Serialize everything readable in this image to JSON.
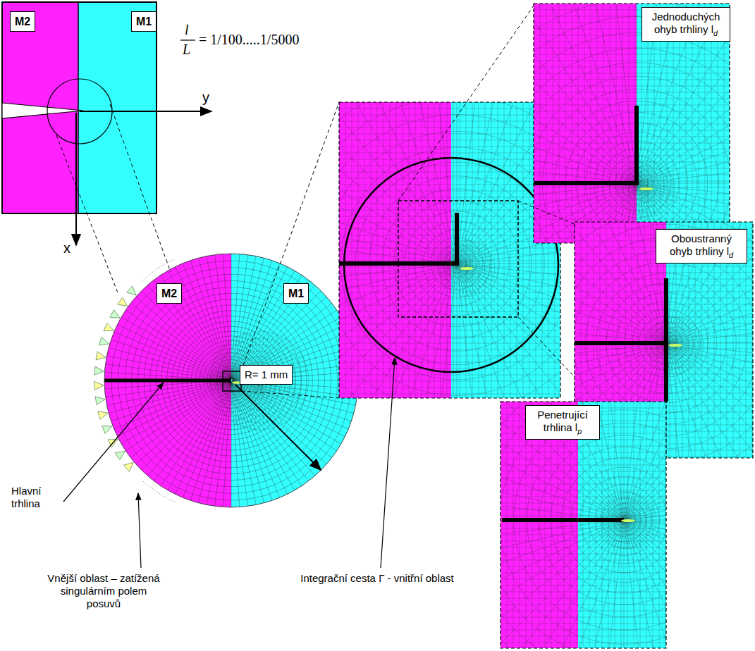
{
  "diagram": {
    "nodes": [
      {
        "text": [
          "M2"
        ]
      },
      {
        "text": [
          "M1"
        ]
      },
      {
        "text": [
          "Jednoduchých ohyb trhliny l",
          "d"
        ]
      },
      {
        "text": [
          "M2"
        ]
      },
      {
        "text": [
          "M1"
        ]
      },
      {
        "text": [
          "Oboustranný ohyb trhliny l",
          "d"
        ]
      },
      {
        "text": [
          "R= 1 mm"
        ]
      },
      {
        "text": [
          "Penetrující trhlina l",
          "p"
        ]
      }
    ],
    "labels": [
      "l",
      "L",
      "= 1/100.....1/5000",
      "y",
      "x",
      "Hlavní trhlina",
      "Vnější oblast – zatížená singulárním polem posuvů",
      "Integrační cesta Γ - vnitřní oblast"
    ]
  }
}
